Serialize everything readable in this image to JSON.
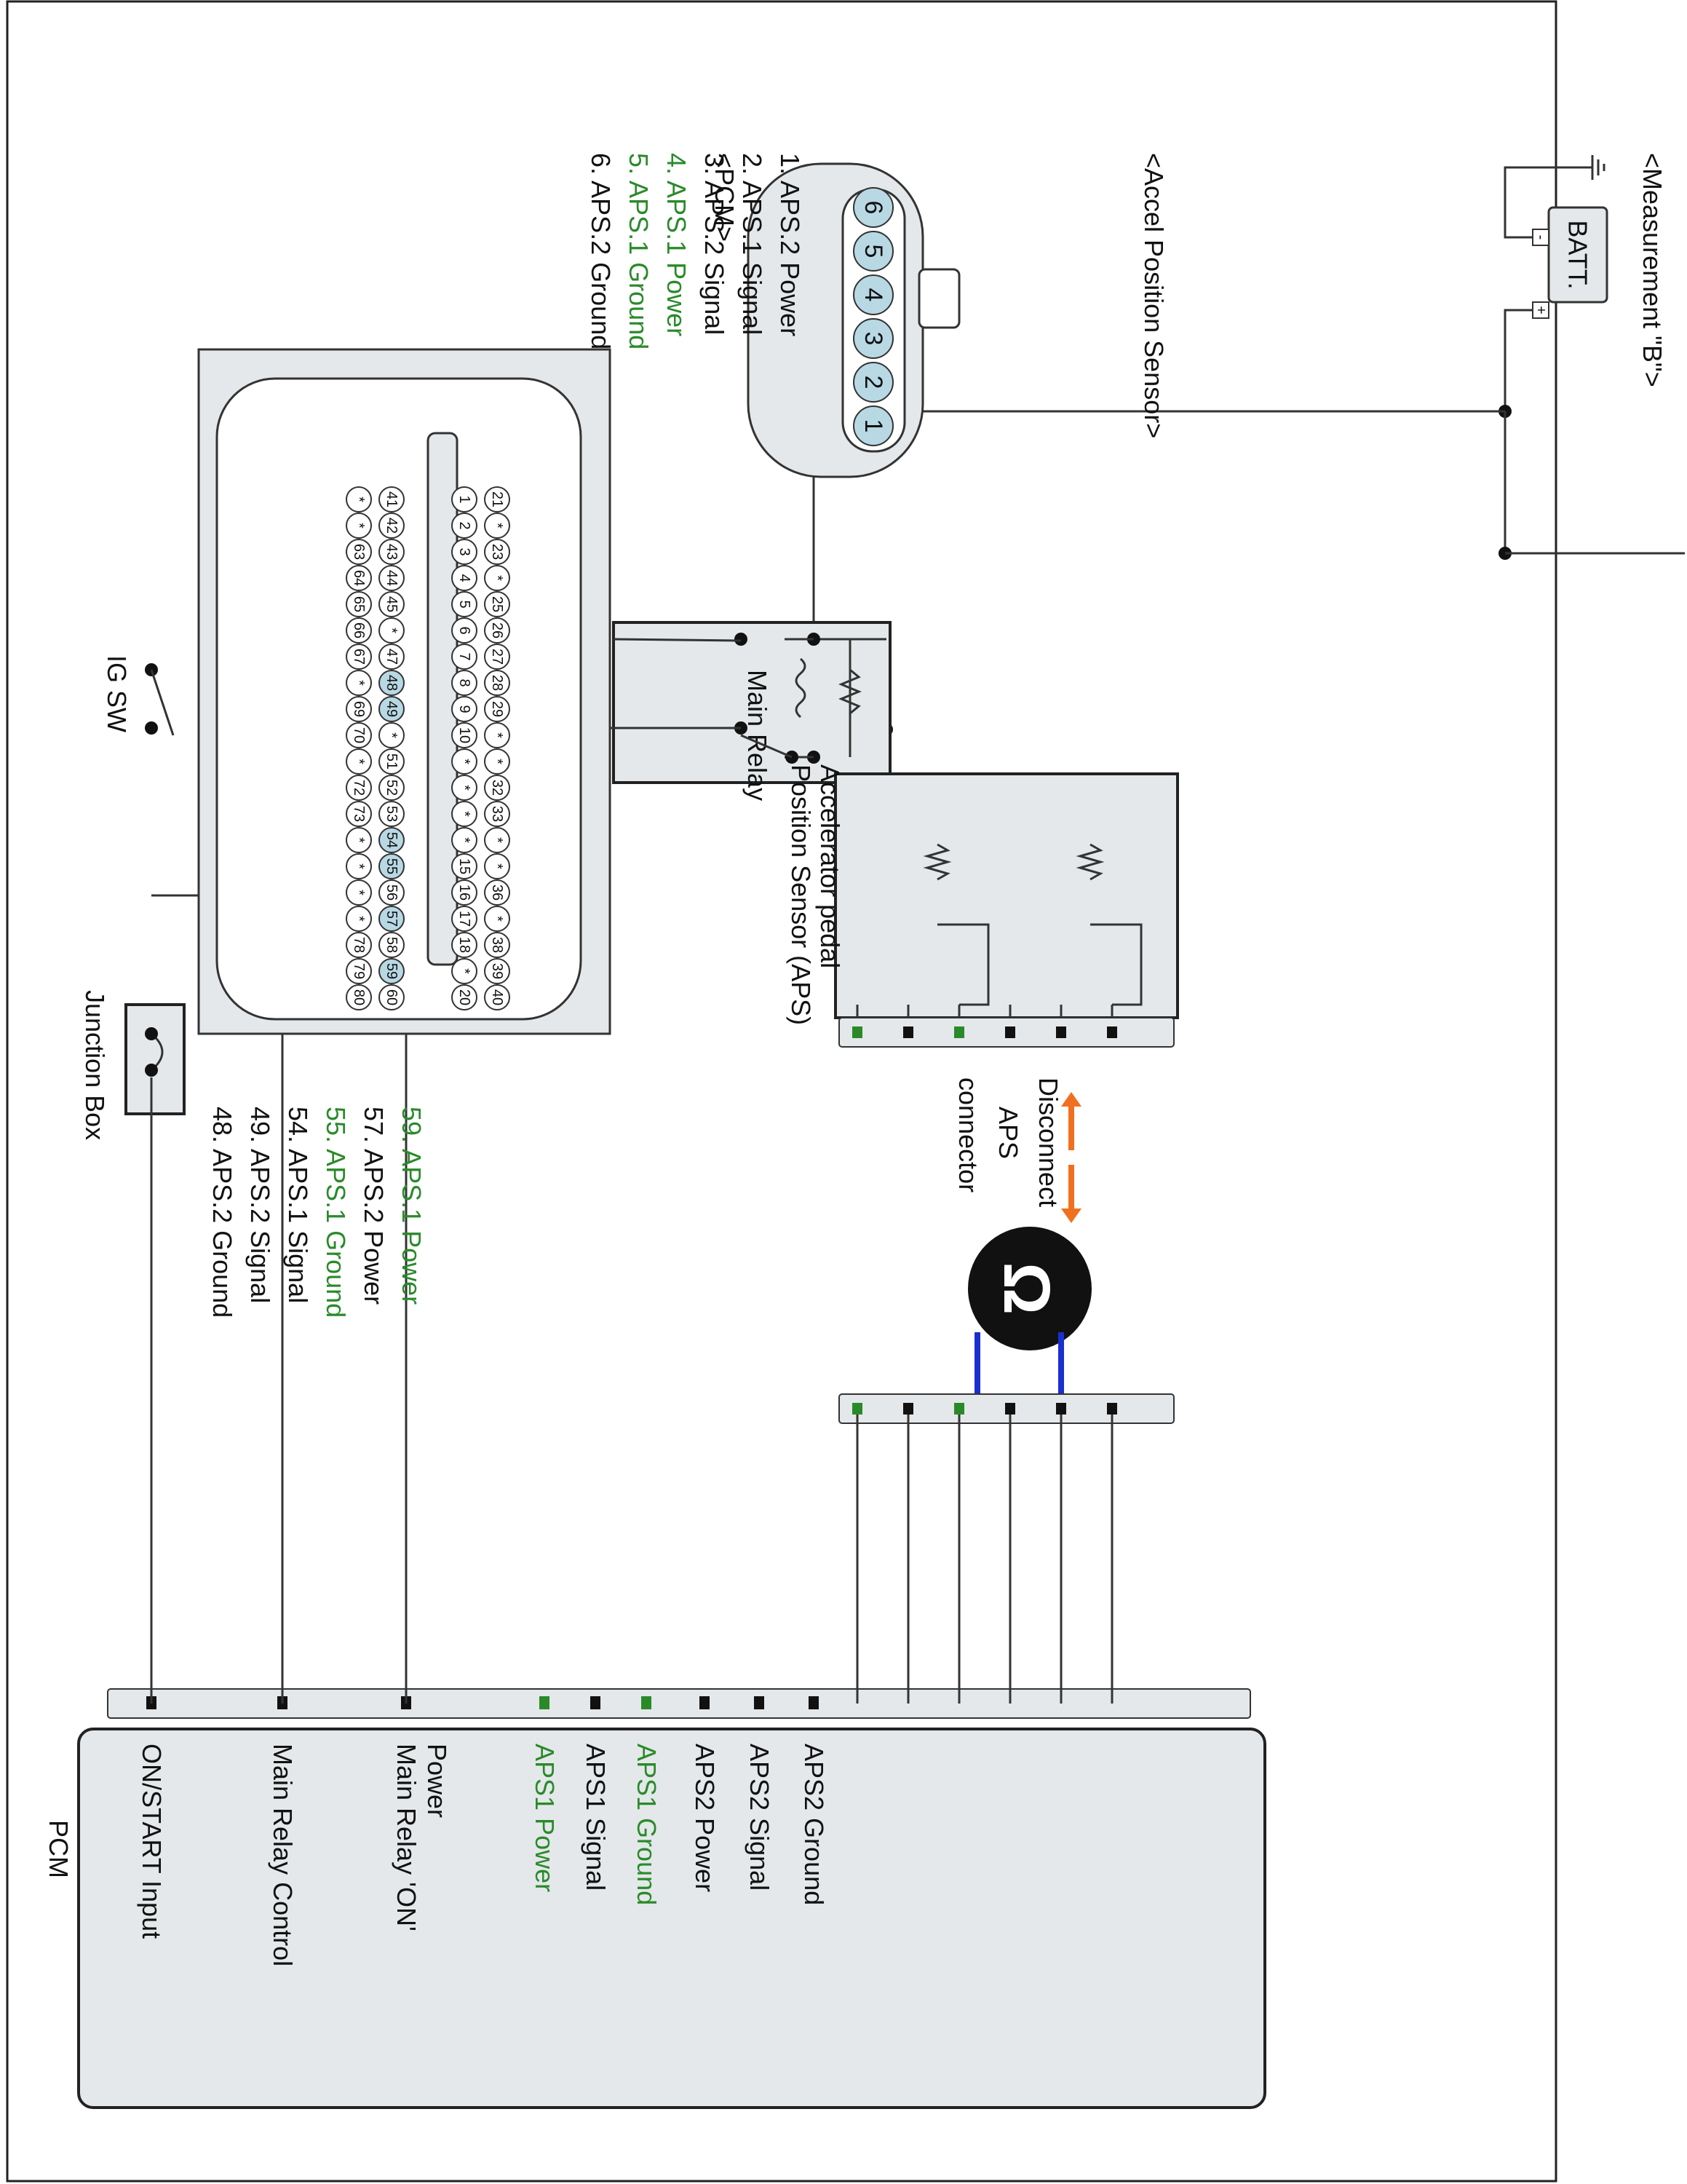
{
  "measurement_title": "<Measurement \"B\">",
  "batt_label": "BATT.",
  "batt_minus": "-",
  "batt_plus": "+",
  "ig_sw_label": "IG SW",
  "main_relay_label": "Main Relay",
  "junction_box_label": "Junction Box",
  "aps_label_line1": "Accelerator pedal",
  "aps_label_line2": "Position Sensor (APS)",
  "disconnect_line1": "Disconnect",
  "disconnect_line2": "APS",
  "disconnect_line3": "connector",
  "ohm_symbol": "Ω",
  "pcm_title": "PCM",
  "pcm_pins": [
    {
      "label": "ON/START Input",
      "color": "#111111"
    },
    {
      "label": "Main Relay Control",
      "color": "#111111"
    },
    {
      "label": "Main Relay 'ON'",
      "label2": "Power",
      "color": "#111111"
    },
    {
      "label": "APS1 Power",
      "color": "#2a8a2a"
    },
    {
      "label": "APS1 Signal",
      "color": "#111111"
    },
    {
      "label": "APS1 Ground",
      "color": "#2a8a2a"
    },
    {
      "label": "APS2 Power",
      "color": "#111111"
    },
    {
      "label": "APS2 Signal",
      "color": "#111111"
    },
    {
      "label": "APS2 Ground",
      "color": "#111111"
    }
  ],
  "accel_sensor_title": "<Accel Position Sensor>",
  "accel_pins": [
    {
      "text": "1. APS.2 Power",
      "color": "#111111"
    },
    {
      "text": "2. APS.1 Signal",
      "color": "#111111"
    },
    {
      "text": "3. APS.2 Signal",
      "color": "#111111"
    },
    {
      "text": "4. APS.1 Power",
      "color": "#2a8a2a"
    },
    {
      "text": "5. APS.1 Ground",
      "color": "#2a8a2a"
    },
    {
      "text": "6. APS.2 Ground",
      "color": "#111111"
    }
  ],
  "accel_connector_numbers": [
    "6",
    "5",
    "4",
    "3",
    "2",
    "1"
  ],
  "pcm_connector_title": "<PCM>",
  "pcm_connector_pins": [
    {
      "text": "48. APS.2 Ground",
      "color": "#111111"
    },
    {
      "text": "49. APS.2 Signal",
      "color": "#111111"
    },
    {
      "text": "54. APS.1 Signal",
      "color": "#111111"
    },
    {
      "text": "55. APS.1 Ground",
      "color": "#2a8a2a"
    },
    {
      "text": "57. APS.2 Power",
      "color": "#111111"
    },
    {
      "text": "59. APS.1 Power",
      "color": "#2a8a2a"
    }
  ],
  "pcm_rows": [
    [
      "20",
      "*",
      "18",
      "17",
      "16",
      "15",
      "*",
      "*",
      "*",
      "*",
      "10",
      "9",
      "8",
      "7",
      "6",
      "5",
      "4",
      "3",
      "2",
      "1"
    ],
    [
      "40",
      "39",
      "38",
      "*",
      "36",
      "*",
      "*",
      "33",
      "32",
      "*",
      "*",
      "29",
      "28",
      "27",
      "26",
      "25",
      "*",
      "23",
      "*",
      "21"
    ],
    [
      "60",
      "59",
      "58",
      "57",
      "56",
      "55",
      "54",
      "53",
      "52",
      "51",
      "*",
      "49",
      "48",
      "47",
      "*",
      "45",
      "44",
      "43",
      "42",
      "41"
    ],
    [
      "80",
      "79",
      "78",
      "*",
      "*",
      "*",
      "*",
      "73",
      "72",
      "*",
      "70",
      "69",
      "*",
      "67",
      "66",
      "65",
      "64",
      "63",
      "*",
      "*"
    ]
  ],
  "highlight_pins": [
    "48",
    "49",
    "54",
    "55",
    "57",
    "59"
  ],
  "colors": {
    "green": "#2a8a2a",
    "blue": "#1a2fd0",
    "orange": "#f07020",
    "panel": "#e4e8ea",
    "pin_highlight": "#b8d8e4"
  }
}
